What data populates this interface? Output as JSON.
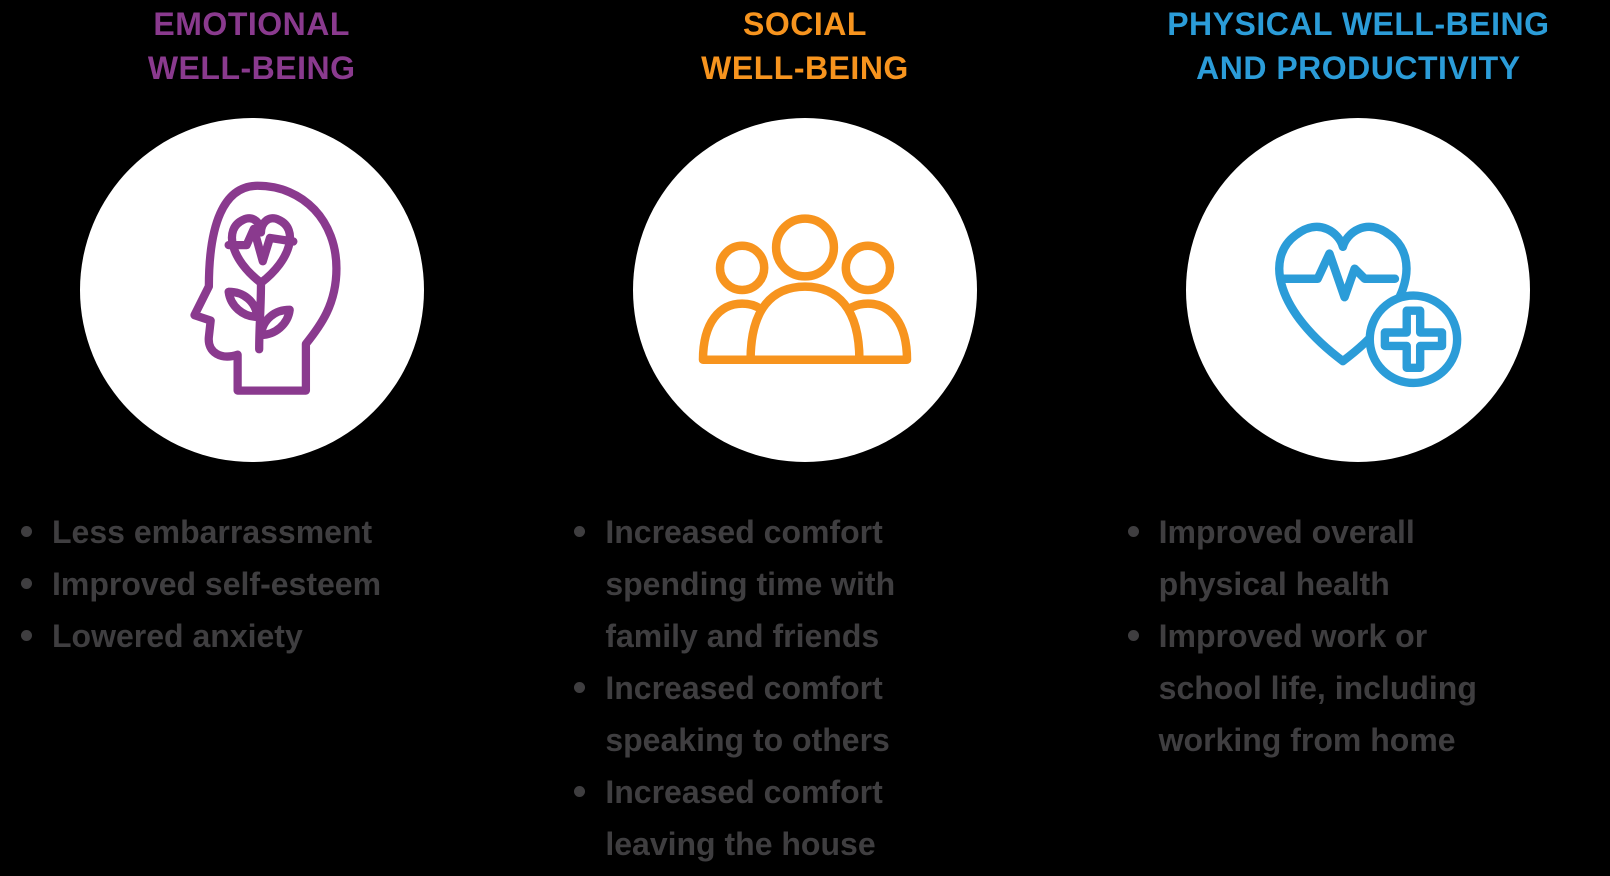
{
  "page": {
    "background": "#000000",
    "bullet_text_color": "#3F3E40"
  },
  "columns": [
    {
      "title_line1": "EMOTIONAL",
      "title_line2": "WELL-BEING",
      "accent_color": "#8A3A8E",
      "icon": "head-heart-flower-icon",
      "bullets": [
        "Less embarrassment",
        "Improved self-esteem",
        "Lowered anxiety"
      ]
    },
    {
      "title_line1": "SOCIAL",
      "title_line2": "WELL-BEING",
      "accent_color": "#F7941E",
      "icon": "people-group-icon",
      "bullets": [
        "Increased comfort spending time with family and friends",
        "Increased comfort speaking to others",
        "Increased comfort leaving the house"
      ]
    },
    {
      "title_line1": "PHYSICAL WELL-BEING",
      "title_line2": "AND PRODUCTIVITY",
      "accent_color": "#2B9CD8",
      "icon": "heart-pulse-plus-icon",
      "bullets": [
        "Improved overall physical health",
        "Improved work or school life, including working from home"
      ]
    }
  ]
}
